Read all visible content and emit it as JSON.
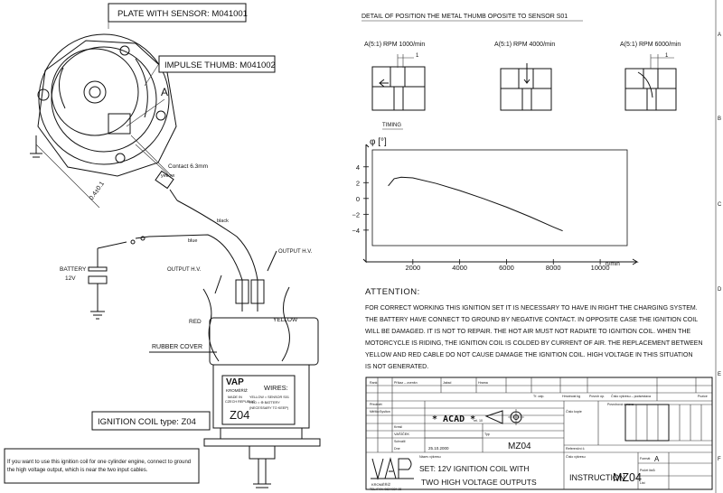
{
  "left": {
    "plate_label": "PLATE WITH SENSOR: M041001",
    "impulse_label": "IMPULSE THUMB: M041002",
    "detail_ref": "A",
    "contact_label": "Contact 6.3mm",
    "yellow_label": "yellow",
    "black_label": "black",
    "blue_label": "blue",
    "dimension": "0.4±0.1",
    "battery_label": "BATTERY",
    "battery_voltage": "12V",
    "output_hv_left": "OUTPUT H.V.",
    "output_hv_right": "OUTPUT H.V.",
    "red_label": "RED",
    "yellow_wire_label": "YELLOW",
    "rubber_cover": "RUBBER COVER",
    "wires_title": "WIRES:",
    "wires_line1": "YELLOW = SENSOR S01",
    "wires_line2": "RED = ⊕ BATTERY",
    "wires_line3": "(NECESSARY TO KEEP)",
    "coil_brand": "KROMĚŘÍŽ",
    "coil_made_in": "MADE IN",
    "coil_country": "CZECH REPUBLIC",
    "coil_model": "Z04",
    "coil_type_label": "IGNITION COIL type: Z04",
    "note": "If you want to use this ignition coil for one cylinder engine, connect to ground the high voltage output, which is near the two input cables."
  },
  "detail": {
    "title": "DETAIL OF POSITION THE METAL THUMB OPOSITE TO SENSOR S01",
    "d1": "A(5:1)  RPM 1000/min",
    "d2": "A(5:1)  RPM 4000/min",
    "d3": "A(5:1)  RPM 6000/min",
    "gap": "1",
    "timing": "TIMING"
  },
  "chart_data": {
    "type": "line",
    "title": "",
    "ylabel": "φ [°]",
    "xlabel": "n/min",
    "xlim": [
      0,
      11000
    ],
    "ylim": [
      -5.5,
      5
    ],
    "x_ticks": [
      2000,
      4000,
      6000,
      8000,
      10000
    ],
    "x_tick_labels": [
      "2000",
      "4000",
      "6000",
      "8000",
      "10000"
    ],
    "y_ticks": [
      4,
      2,
      0,
      -2,
      -4
    ],
    "y_tick_labels": [
      "4",
      "2",
      "0",
      "−2",
      "−4"
    ],
    "x": [
      950,
      1200,
      1500,
      2000,
      3000,
      4000,
      5000,
      6000,
      7000,
      8000,
      8400
    ],
    "y": [
      1.6,
      2.5,
      2.7,
      2.6,
      1.9,
      1.0,
      0.0,
      -1.1,
      -2.3,
      -3.6,
      -4.1
    ]
  },
  "attention": {
    "heading": "ATTENTION:",
    "line1": "FOR CORRECT WORKING THIS IGNITION SET IT IS NECESSARY TO HAVE IN RIGHT THE CHARGING SYSTEM.",
    "line2": "THE BATTERY HAVE CONNECT TO GROUND BY NEGATIVE CONTACT. IN OPPOSITE CASE THE IGNITION COIL",
    "line3": "WILL BE DAMAGED. IT IS NOT TO REPAIR. THE HOT AIR MUST NOT RADIATE TO IGNITION COIL. WHEN THE",
    "line4": "MOTORCYCLE IS RIDING, THE IGNITION COIL IS COLDED BY CURRENT OF AIR. THE REPLACEMENT BETWEEN",
    "line5": "YELLOW AND RED CABLE DO NOT CAUSE DAMAGE THE IGNITION COIL. HIGH VOLTAGE IN THIS SITUATION",
    "line6": "IS NOT GENERATED."
  },
  "titleblock": {
    "h_rank": "Rank",
    "h_change": "Příkaz – zcenšn",
    "h_lenpart": "Jaksd",
    "h_norm": "Hrama",
    "h_scale": "Tř. odp.",
    "h_weight": "Hmotnost kg",
    "h_surface": "Povrch úp.",
    "h_drawing_no": "Číslo výkresu – podsestava",
    "h_pos": "Pozice",
    "r_predmet": "Předmět",
    "r_surface": "Povrchová úprava",
    "f_designer_lbl": "Syslton",
    "f_designer": "VAŠÍČEK",
    "f_check_lbl": "Kresil",
    "f_standard_lbl": "Schválil",
    "f_date_lbl": "Dne",
    "f_date": "25.10.2000",
    "f_scale_lbl": "Měřítko",
    "cad": "* ACAD *",
    "cad_sub": "rel. 10",
    "type_lbl": "Typ",
    "type_val": "MZ04",
    "cislo_lbl": "Číslo kopie",
    "ref_lbl": "Referenční č.",
    "name_lbl": "Název výkresu",
    "name_line1": "SET: 12V IGNITION COIL WITH",
    "name_line2": "TWO HIGH VOLTAGE OUTPUTS",
    "drawing_lbl": "Číslo výkresu",
    "instruction": "INSTRUCTION",
    "drawing_no": "MZ04",
    "format_lbl": "Formát",
    "format_val": "A",
    "sheets_lbl": "Počet listů",
    "sheet_lbl": "List",
    "company": "KROMĚŘÍŽ",
    "tel": "TEL./FAX: 0634/334 28",
    "grid_a": "A",
    "grid_b": "B",
    "grid_c": "C",
    "grid_d": "D",
    "grid_e": "E",
    "grid_f": "F"
  }
}
